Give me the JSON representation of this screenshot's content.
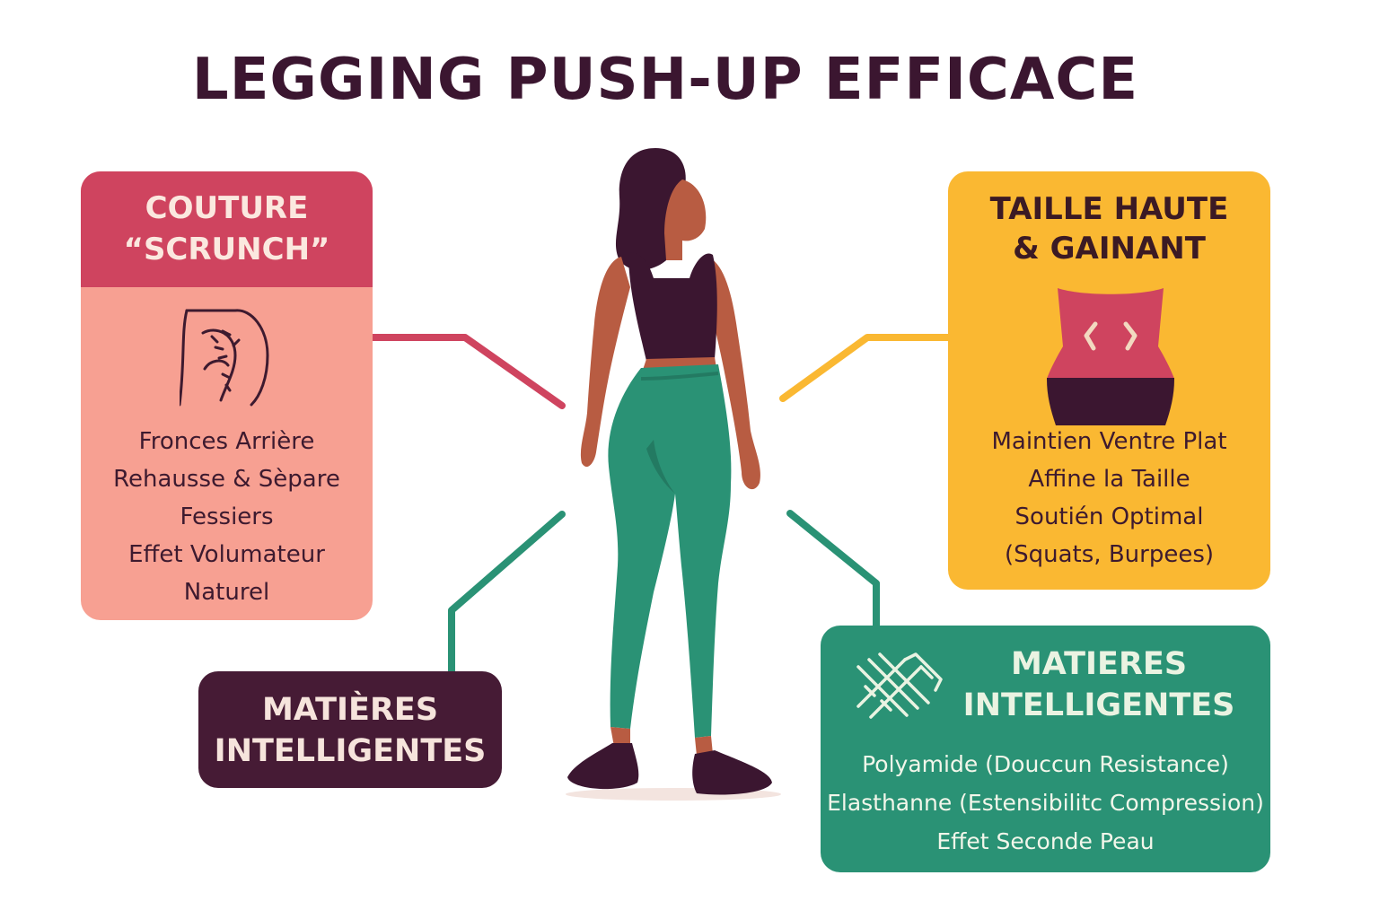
{
  "title": "LEGGING PUSH-UP EFFICACE",
  "colors": {
    "title": "#3b1630",
    "scrunch_header": "#cf445f",
    "scrunch_body": "#f7a092",
    "taille": "#fab832",
    "dark": "#461b35",
    "green": "#2a9275",
    "legging": "#2a9275",
    "skin": "#b85c42"
  },
  "cards": {
    "scrunch": {
      "title_line1": "COUTURE",
      "title_line2": "“SCRUNCH”",
      "icon": "buttock-outline-icon",
      "items": [
        "Fronces Arrière",
        "Rehausse & Sèpare",
        "Fessiers",
        "Effet Volumateur",
        "Naturel"
      ]
    },
    "taille": {
      "title_line1": "TAILLE HAUTE",
      "title_line2": "& GAINANT",
      "icon": "waistband-icon",
      "items": [
        "Maintien Ventre Plat",
        "Affine la Taille",
        "Soutién Optimal",
        "(Squats, Burpees)"
      ]
    },
    "dark": {
      "title_line1": "MATIÈRES",
      "title_line2": "INTELLIGENTES"
    },
    "green": {
      "title_line1": "MATIERES",
      "title_line2": "INTELLIGENTES",
      "icon": "fabric-weave-icon",
      "items": [
        "Polyamide (Douccun Resistance)",
        "Elasthanne (Estensibilitc Compression)",
        "Effet Seconde Peau"
      ]
    }
  }
}
